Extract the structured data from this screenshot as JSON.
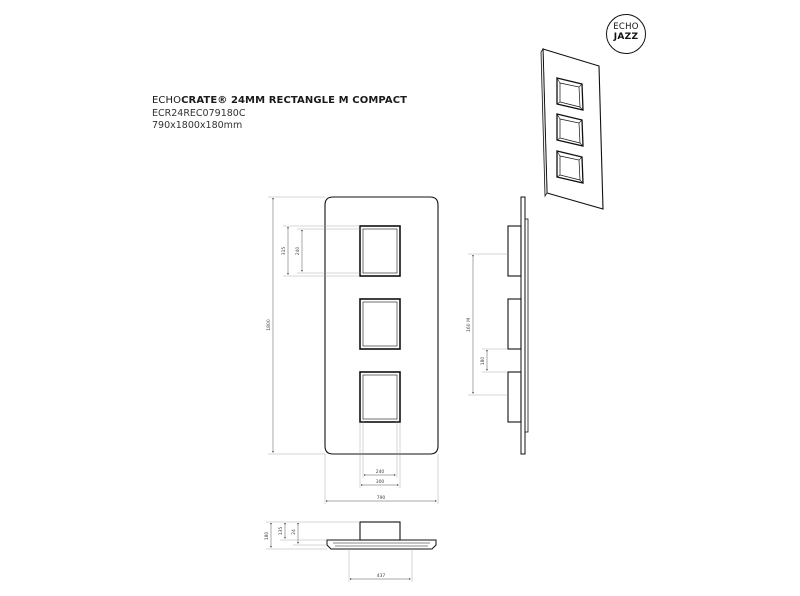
{
  "logo": {
    "line1": "ECHO",
    "line2": "JAZZ"
  },
  "title": {
    "brand_prefix": "ECHO",
    "brand_name": "CRATE®",
    "product": " 24MM RECTANGLE M COMPACT",
    "code": "ECR24REC079180C",
    "size": "790x1800x180mm"
  },
  "dimensions": {
    "total_height": "1800",
    "total_width": "790",
    "box_outer_height": "315",
    "box_inner_height": "240",
    "box_outer_width": "300",
    "box_inner_width": "240",
    "side_pitch": "160 M",
    "side_gap": "180",
    "plan_width": "437",
    "plan_depth": "180",
    "plan_box_depth": "135",
    "plan_plate": "24"
  }
}
